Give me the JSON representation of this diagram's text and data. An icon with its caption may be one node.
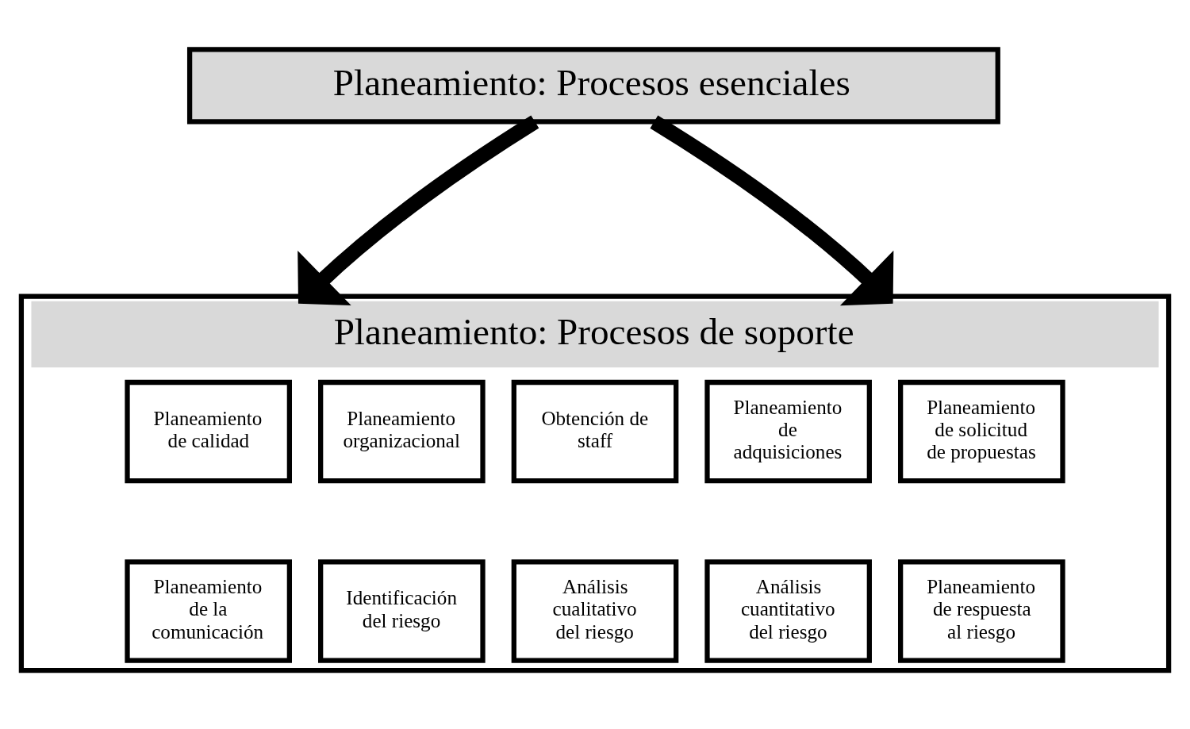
{
  "diagram": {
    "nodes": [
      {
        "text": [
          "Planeamiento: Procesos esenciales"
        ]
      },
      {
        "text": [
          "Planeamiento: Procesos de soporte"
        ]
      },
      {
        "text": [
          "Planeamiento de calidad"
        ],
        "in": 1
      },
      {
        "text": [
          "Planeamiento organizacional"
        ],
        "in": 1
      },
      {
        "text": [
          "Obtención de staff"
        ],
        "in": 1
      },
      {
        "text": [
          "Planeamiento de adquisiciones"
        ],
        "in": 1
      },
      {
        "text": [
          "Planeamiento de solicitud de propuestas"
        ],
        "in": 1
      },
      {
        "text": [
          "Planeamiento de la comunicación"
        ],
        "in": 1
      },
      {
        "text": [
          "Identificación del riesgo"
        ],
        "in": 1
      },
      {
        "text": [
          "Análisis cualitativo del riesgo"
        ],
        "in": 1
      },
      {
        "text": [
          "Análisis cuantitativo del riesgo"
        ],
        "in": 1
      },
      {
        "text": [
          "Planeamiento de respuesta al riesgo"
        ],
        "in": 1
      }
    ],
    "edges": [
      {
        "from": 0,
        "to": 1,
        "arrow": "to"
      },
      {
        "from": 0,
        "to": 1,
        "arrow": "to"
      }
    ]
  }
}
